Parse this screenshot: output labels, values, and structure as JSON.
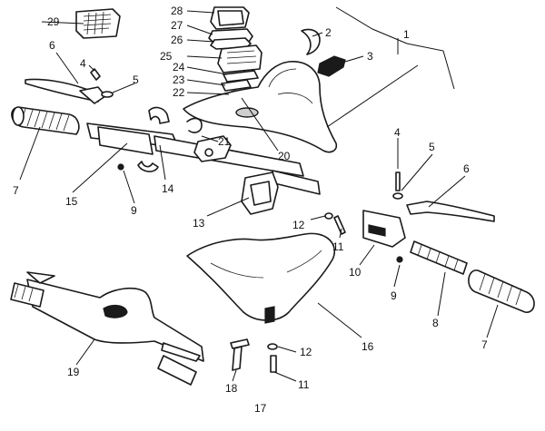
{
  "diagram": {
    "callouts": {
      "c1": "1",
      "c2": "2",
      "c3": "3",
      "c4a": "4",
      "c5a": "5",
      "c6a": "6",
      "c7a": "7",
      "c4b": "4",
      "c5b": "5",
      "c6b": "6",
      "c7b": "7",
      "c8": "8",
      "c9a": "9",
      "c9b": "9",
      "c10": "10",
      "c11a": "11",
      "c12a": "12",
      "c11b": "11",
      "c12b": "12",
      "c13": "13",
      "c14": "14",
      "c15": "15",
      "c16": "16",
      "c17": "17",
      "c18": "18",
      "c19": "19",
      "c20": "20",
      "c21": "21",
      "c22": "22",
      "c23": "23",
      "c24": "24",
      "c25": "25",
      "c26": "26",
      "c27": "27",
      "c28": "28",
      "c29": "29"
    }
  }
}
